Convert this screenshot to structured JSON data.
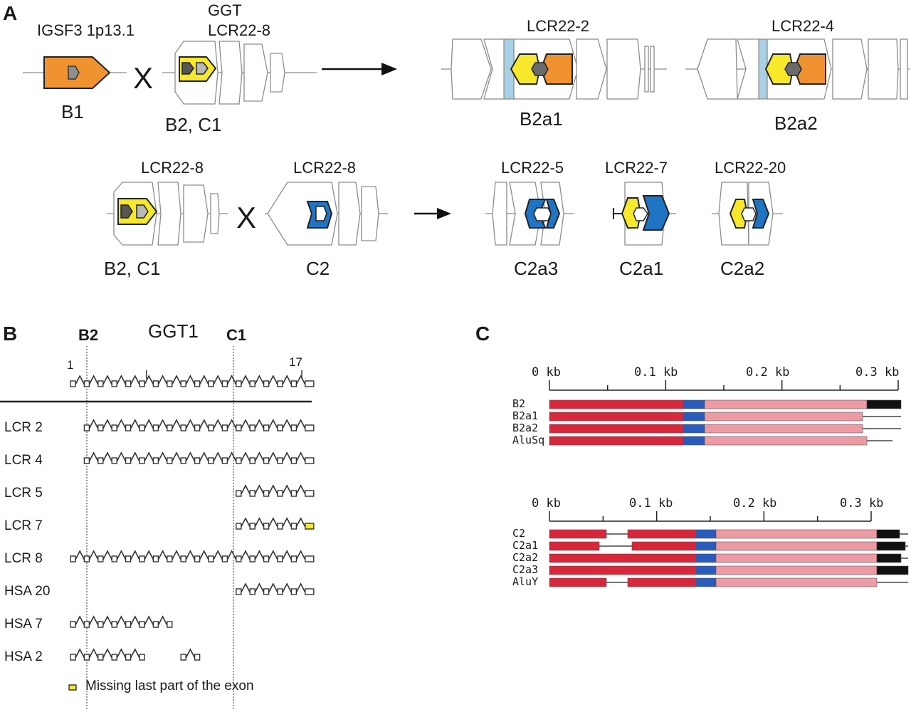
{
  "colors": {
    "orange": "#f0922f",
    "yellow": "#f7e82a",
    "blue": "#1f74c4",
    "grey": "#8e8e8e",
    "lightblue": "#a9d0e4",
    "red": "#d9263b",
    "pink": "#ee9aa5",
    "seqblue": "#2a5bbf",
    "black": "#111111"
  },
  "panelA": {
    "letter": "A",
    "row1": {
      "igsf3_label": "IGSF3 1p13.1",
      "ggt_label": "GGT",
      "lcr228_label": "LCR22-8",
      "b1_label": "B1",
      "b2c1_label": "B2, C1",
      "lcr222_label": "LCR22-2",
      "lcr224_label": "LCR22-4",
      "b2a1_label": "B2a1",
      "b2a2_label": "B2a2"
    },
    "row2": {
      "lcr228a_label": "LCR22-8",
      "lcr228b_label": "LCR22-8",
      "b2c1_label": "B2, C1",
      "c2_label": "C2",
      "lcr225_label": "LCR22-5",
      "lcr227_label": "LCR22-7",
      "lcr2220_label": "LCR22-20",
      "c2a3_label": "C2a3",
      "c2a1_label": "C2a1",
      "c2a2_label": "C2a2"
    },
    "cross_symbol": "X"
  },
  "panelB": {
    "letter": "B",
    "b2_label": "B2",
    "ggt1_label": "GGT1",
    "c1_label": "C1",
    "exon_first": "1",
    "exon_last": "17",
    "rows": [
      "LCR 2",
      "LCR 4",
      "LCR 5",
      "LCR 7",
      "LCR 8",
      "HSA 20",
      "HSA 7",
      "HSA 2"
    ],
    "legend_text": "Missing last part of the exon"
  },
  "panelC": {
    "letter": "C",
    "top": {
      "ticks": [
        "0 kb",
        "0.1 kb",
        "0.2 kb",
        "0.3 kb"
      ],
      "sequences": [
        "B2",
        "B2a1",
        "B2a2",
        "AluSq"
      ]
    },
    "bottom": {
      "ticks": [
        "0 kb",
        "0.1 kb",
        "0.2 kb",
        "0.3 kb"
      ],
      "sequences": [
        "C2",
        "C2a1",
        "C2a2",
        "C2a3",
        "AluY"
      ]
    }
  }
}
